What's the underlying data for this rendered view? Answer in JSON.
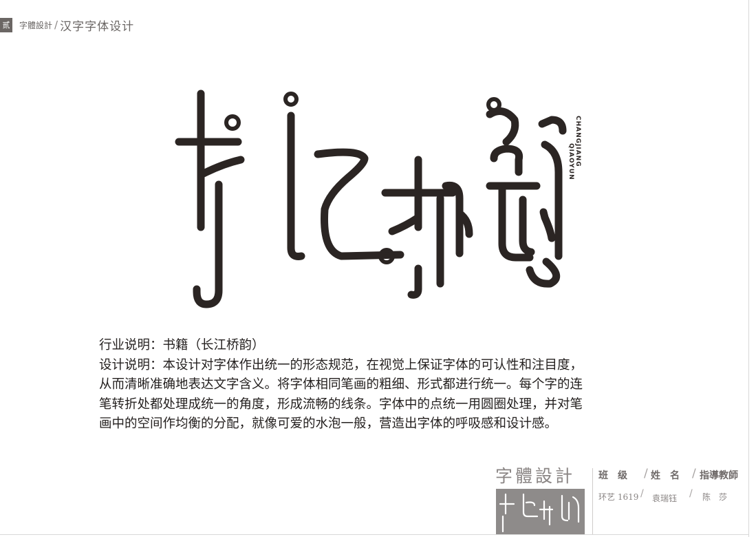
{
  "header": {
    "badge": "贰",
    "series": "字體設計",
    "separator": "/",
    "title": "汉字字体设计"
  },
  "title_art": {
    "text": "长江桥韵",
    "pinyin_line1": "CHANGJIANG",
    "pinyin_line2": "QIAOYUN",
    "ink_color": "#2b2523"
  },
  "description": {
    "line1": "行业说明：书籍（长江桥韵）",
    "line2": "设计说明：本设计对字体作出统一的形态规范，在视觉上保证字体的可认性和注目度，",
    "line3": "从而清晰准确地表达文字含义。将字体相同笔画的粗细、形式都进行统一。每个字的连",
    "line4": "笔转折处都处理成统一的角度，形成流畅的线条。字体中的点统一用圆圈处理，并对笔",
    "line5": "画中的空间作均衡的分配，就像可爱的水泡一般，营造出字体的呼吸感和设计感。"
  },
  "footer": {
    "title": "字體設計",
    "class_label": "班　级",
    "name_label": "姓　名",
    "teacher_label": "指導教師",
    "class_value": "环艺 1619",
    "name_value": "袁瑞钰",
    "teacher_value": "陈　莎",
    "slash": "/"
  }
}
